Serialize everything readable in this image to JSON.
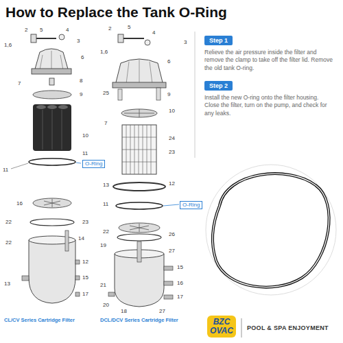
{
  "diagram": {
    "title": "How to Replace the Tank O-Ring",
    "nodes": [
      {
        "text": [
          "Step 1"
        ]
      },
      {
        "text": [
          "Step 2"
        ]
      },
      {
        "text": [
          "O-Ring"
        ]
      },
      {
        "text": [
          "O-Ring"
        ]
      },
      {
        "text": [
          "BZC OVAC"
        ]
      }
    ],
    "labels": [
      "Relieve the air pressure inside the filter and remove the clamp to take off the filter lid. Remove the old tank O-ring.",
      "Install the new O-ring onto the filter housing. Close the filter, turn on the pump, and check for any leaks.",
      "CL/CV Series Cartridge Filter",
      "DCL/DCV Series Cartridge Filter",
      "POOL & SPA ENJOYMENT",
      "2",
      "5",
      "4",
      "3",
      "1,6",
      "6",
      "7",
      "8",
      "9",
      "10",
      "11",
      "11",
      "16",
      "22",
      "23",
      "22",
      "14",
      "12",
      "15",
      "13",
      "17",
      "2",
      "5",
      "4",
      "3",
      "1,6",
      "6",
      "25",
      "9",
      "10",
      "7",
      "24",
      "23",
      "13",
      "12",
      "11",
      "22",
      "26",
      "19",
      "27",
      "15",
      "21",
      "16",
      "17",
      "20",
      "18",
      "27"
    ]
  }
}
